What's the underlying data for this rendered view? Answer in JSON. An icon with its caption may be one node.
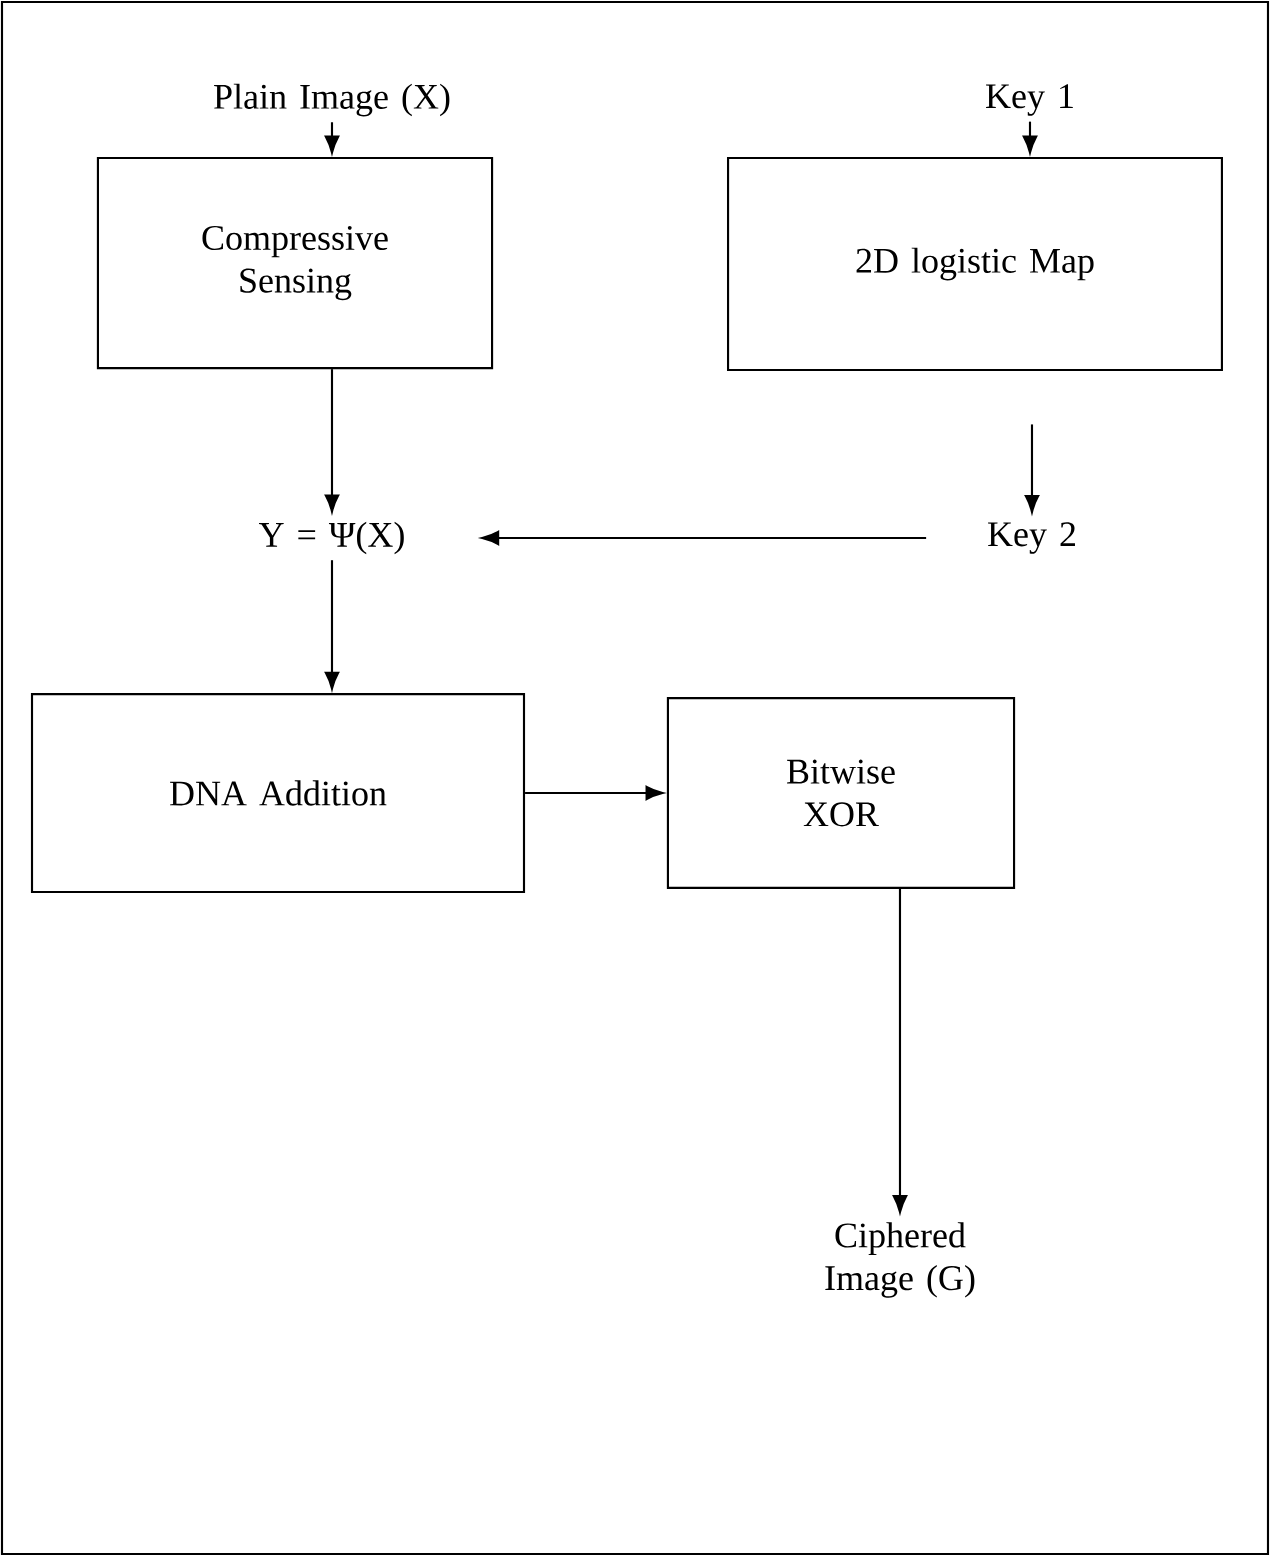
{
  "diagram": {
    "nodes": [
      {
        "text": [
          "Plain Image (X)"
        ]
      },
      {
        "text": [
          "Compressive Sensing"
        ]
      },
      {
        "text": [
          "Key 1"
        ]
      },
      {
        "text": [
          "2D logistic Map"
        ]
      },
      {
        "text": [
          "Y = Ψ(X)"
        ]
      },
      {
        "text": [
          "Key 2"
        ]
      },
      {
        "text": [
          "DNA Addition"
        ]
      },
      {
        "text": [
          "Bitwise XOR"
        ]
      },
      {
        "text": [
          "Ciphered Image (G)"
        ]
      }
    ],
    "edges": [
      {
        "from": 0,
        "to": 1,
        "arrow": "to"
      },
      {
        "from": 2,
        "to": 3,
        "arrow": "to"
      },
      {
        "from": 3,
        "to": 5,
        "arrow": "to"
      },
      {
        "from": 1,
        "to": 4,
        "arrow": "to"
      },
      {
        "from": 5,
        "to": 4,
        "arrow": "to"
      },
      {
        "from": 4,
        "to": 6,
        "arrow": "to"
      },
      {
        "from": 6,
        "to": 7,
        "arrow": "to"
      },
      {
        "from": 7,
        "to": 8,
        "arrow": "to"
      }
    ]
  }
}
